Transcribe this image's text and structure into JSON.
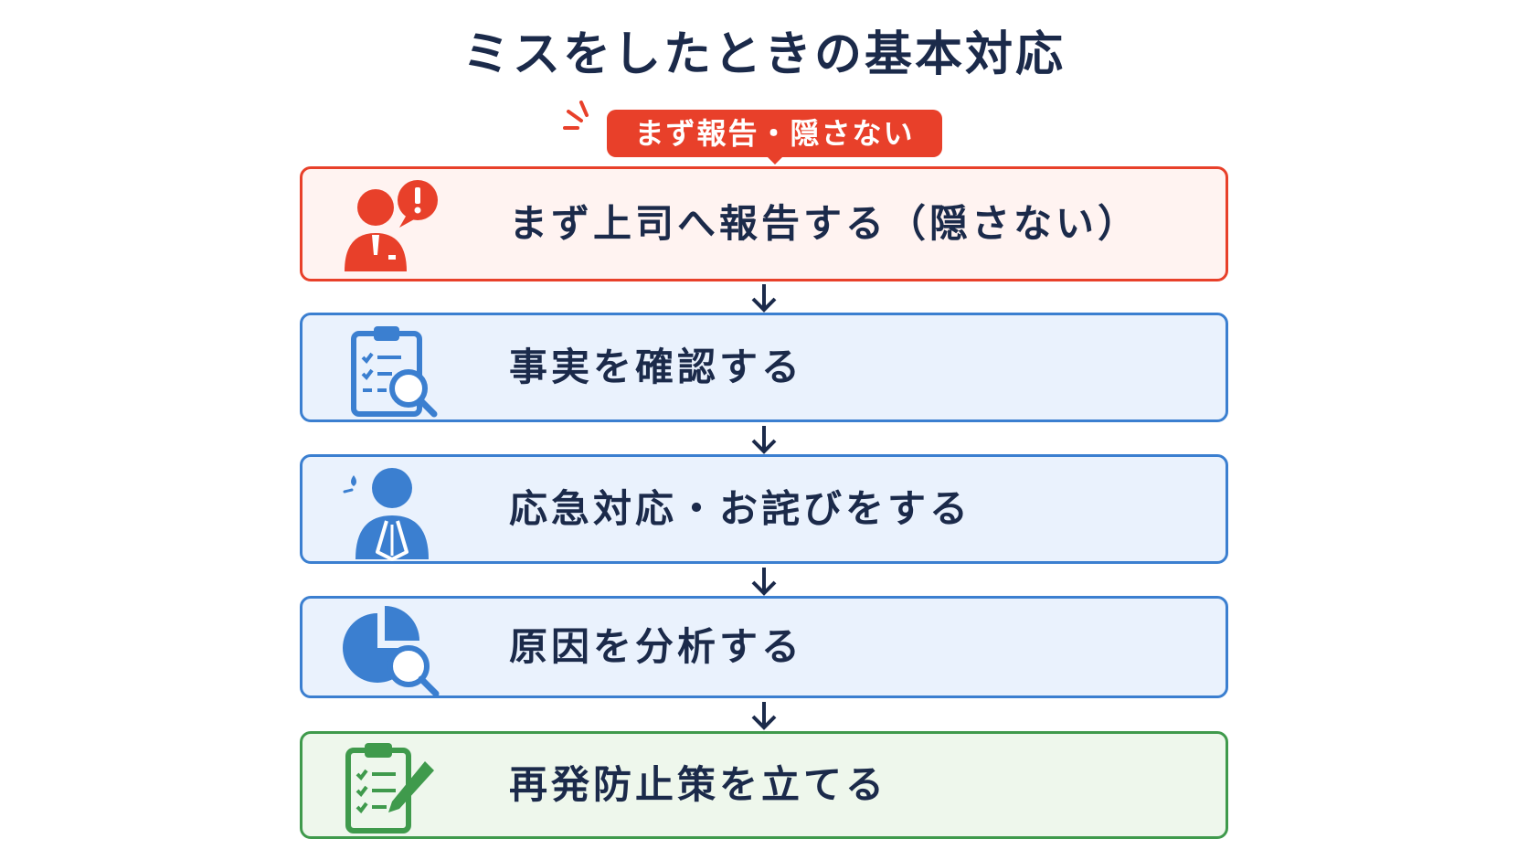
{
  "title": "ミスをしたときの基本対応",
  "callout": {
    "label": "まず報告・隠さない",
    "color": "#e8402a"
  },
  "steps": [
    {
      "label": "まず上司へ報告する（隠さない）",
      "icon": "reporting-person-alert-icon",
      "color": "#e8402a"
    },
    {
      "label": "事実を確認する",
      "icon": "clipboard-search-icon",
      "color": "#3b7fd0"
    },
    {
      "label": "応急対応・お詫びをする",
      "icon": "bowing-person-icon",
      "color": "#3b7fd0"
    },
    {
      "label": "原因を分析する",
      "icon": "pie-chart-search-icon",
      "color": "#3b7fd0"
    },
    {
      "label": "再発防止策を立てる",
      "icon": "checklist-pencil-icon",
      "color": "#3f9a4c"
    }
  ]
}
